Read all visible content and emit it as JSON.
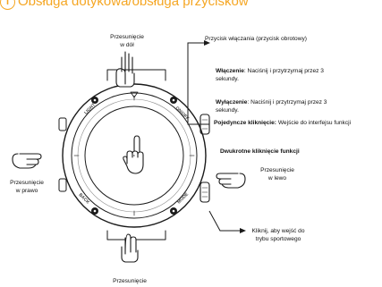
{
  "title": "Obsługa dotykowa/obsługa przycisków",
  "title_badge": "i",
  "gestures": {
    "swipe_down": [
      "Przesunięcie",
      "w dół"
    ],
    "swipe_right": [
      "Przesunięcie",
      "w prawo"
    ],
    "swipe_left": [
      "Przesunięcie",
      "w lewo"
    ],
    "swipe_up": "Przesunięcie",
    "double_tap": "Dwukrotne kliknięcie funkcji"
  },
  "power_button": {
    "title": "Przycisk włączania (przycisk obrotowy)",
    "on_label": "Włączenie",
    "on_text": ": Naciśnij i przytrzymaj przez 3 sekundy.",
    "off_label": "Wyłączenie",
    "off_text": ": Naciśnij i przytrzymaj przez 3 sekundy.",
    "single_label": "Pojedyncze kliknięcie:",
    "single_text": " Wejście do interfejsu funkcji"
  },
  "sport_button": [
    "Kliknij, aby wejść do",
    "trybu sportowego"
  ],
  "bezel_marks": [
    "LIGHT",
    "ON/OFF",
    "BACK",
    "MODE"
  ],
  "colors": {
    "title": "#f5a623",
    "ink": "#111111"
  }
}
